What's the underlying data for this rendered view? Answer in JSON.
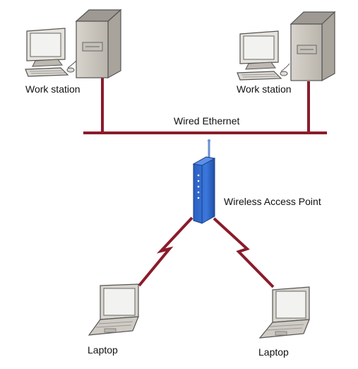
{
  "labels": {
    "workstation_left": "Work station",
    "workstation_right": "Work station",
    "wired_ethernet": "Wired Ethernet",
    "access_point": "Wireless Access Point",
    "laptop_left": "Laptop",
    "laptop_right": "Laptop"
  },
  "colors": {
    "link": "#8a1c2b",
    "case": "#c9c5be",
    "access_point": "#2f66c7",
    "screen": "#f2f2f0"
  },
  "icons": {
    "workstation": "desktop-computer-icon",
    "access_point": "wireless-access-point-icon",
    "laptop": "laptop-icon"
  }
}
